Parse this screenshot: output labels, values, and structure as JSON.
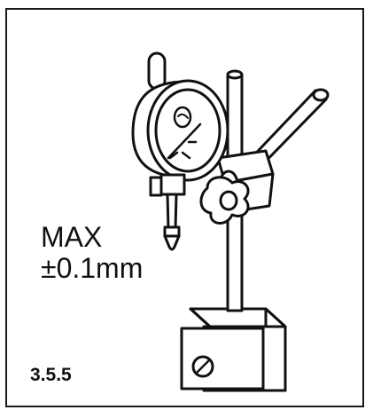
{
  "figure": {
    "number": "3.5.5",
    "note_line1": "MAX",
    "note_line2": "±0.1mm"
  },
  "colors": {
    "ink": "#111111",
    "paper": "#ffffff"
  }
}
